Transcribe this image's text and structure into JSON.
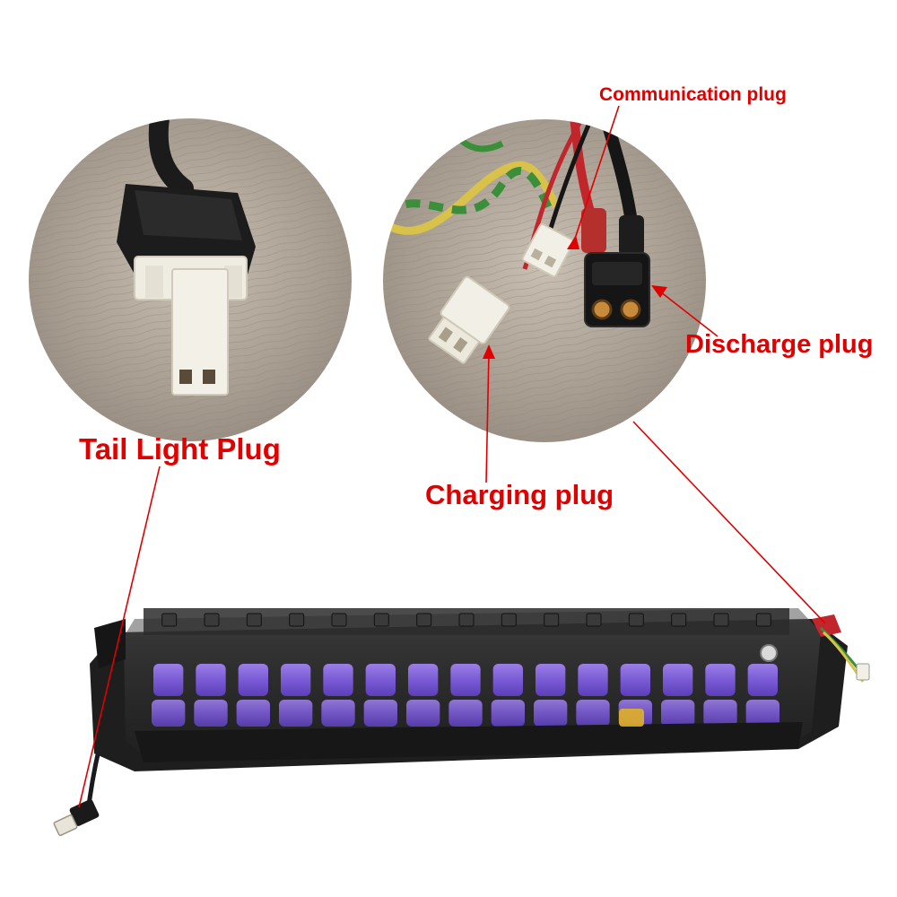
{
  "labels": {
    "tail_light_plug": "Tail Light Plug",
    "communication_plug": "Communication plug",
    "discharge_plug": "Discharge plug",
    "charging_plug": "Charging plug"
  },
  "colors": {
    "label_text": "#e00000",
    "pointer_line": "#e00000",
    "background": "#ffffff",
    "cell_purple": "#7a5bd6",
    "pack_black": "#1e1e1e",
    "plug_white": "#f1efe6",
    "connector_black": "#141414"
  }
}
